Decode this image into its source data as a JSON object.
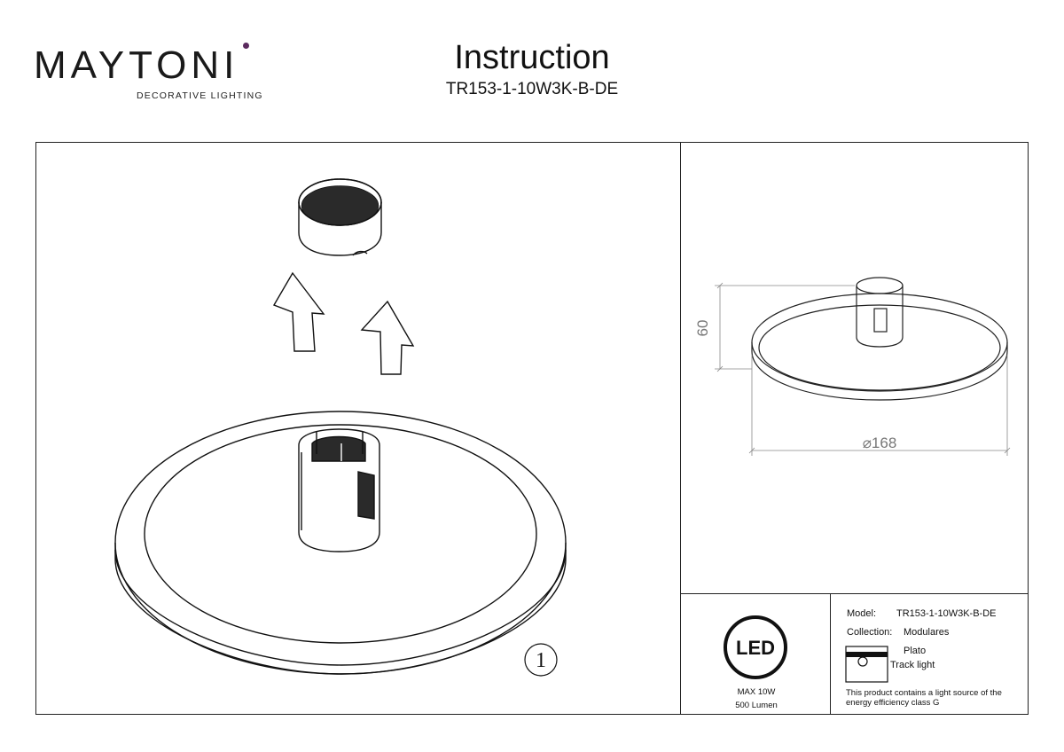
{
  "brand": {
    "name": "MAYTONI",
    "tagline": "DECORATIVE LIGHTING"
  },
  "header": {
    "title": "Instruction",
    "model_code": "TR153-1-10W3K-B-DE"
  },
  "step": {
    "number": "1"
  },
  "dimensions": {
    "height": "60",
    "diameter": "⌀168"
  },
  "power": {
    "icon_text": "LED",
    "max_power": "MAX 10W",
    "lumen": "500 Lumen"
  },
  "spec": {
    "model_label": "Model:",
    "model_value": "TR153-1-10W3K-B-DE",
    "collection_label": "Collection:",
    "collection_value": "Modulares",
    "sub_collection": "Plato",
    "type": "Track light",
    "energy_note": "This product contains a light source of the energy efficiency class G"
  }
}
